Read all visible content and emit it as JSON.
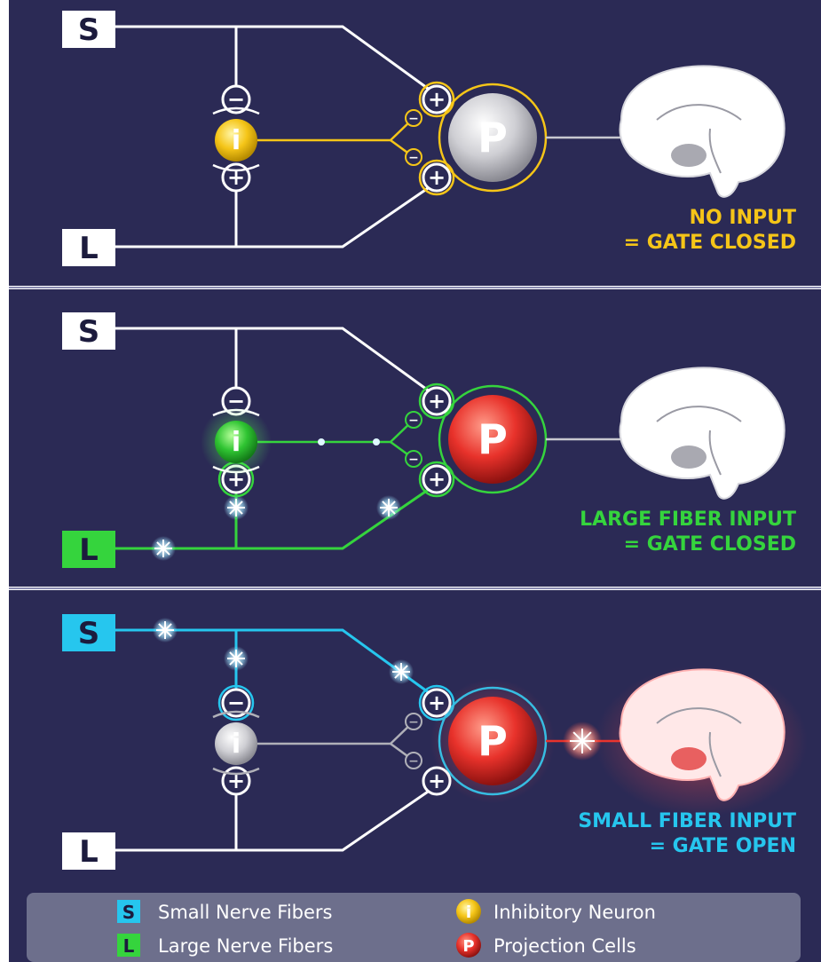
{
  "panels": [
    {
      "id": "no-input",
      "caption_line1": "NO INPUT",
      "caption_line2": "= GATE CLOSED",
      "caption_color": "#f5c518",
      "circuit_color": "#f5c518",
      "s_active": false,
      "l_active": false,
      "interneuron_color": "#f5c518",
      "projection_color": "#d8d8dc",
      "brain_active": false
    },
    {
      "id": "large-fiber-input",
      "caption_line1": "LARGE FIBER INPUT",
      "caption_line2": "= GATE CLOSED",
      "caption_color": "#35d43d",
      "circuit_color": "#35d43d",
      "s_active": false,
      "l_active": true,
      "interneuron_color": "#2fc432",
      "projection_color": "#e8322b",
      "brain_active": false
    },
    {
      "id": "small-fiber-input",
      "caption_line1": "SMALL FIBER INPUT",
      "caption_line2": "= GATE OPEN",
      "caption_color": "#26c6ee",
      "circuit_color": "#26c6ee",
      "s_active": true,
      "l_active": false,
      "interneuron_color": "#c8c8cc",
      "projection_color": "#e8322b",
      "brain_active": true
    }
  ],
  "labels": {
    "small": "S",
    "large": "L",
    "interneuron": "i",
    "projection": "P",
    "plus": "+",
    "minus": "−"
  },
  "legend": {
    "small_nerve_fibers": "Small Nerve Fibers",
    "large_nerve_fibers": "Large Nerve Fibers",
    "inhibitory_neuron": "Inhibitory Neuron",
    "projection_cells": "Projection Cells"
  },
  "colors": {
    "background": "#2b2a55",
    "wire_idle": "#ffffff",
    "small_fiber": "#26c6ee",
    "large_fiber": "#35d43d",
    "inhibitory": "#f5c518",
    "projection": "#e8322b",
    "legend_bg": "#6d6f8c"
  }
}
